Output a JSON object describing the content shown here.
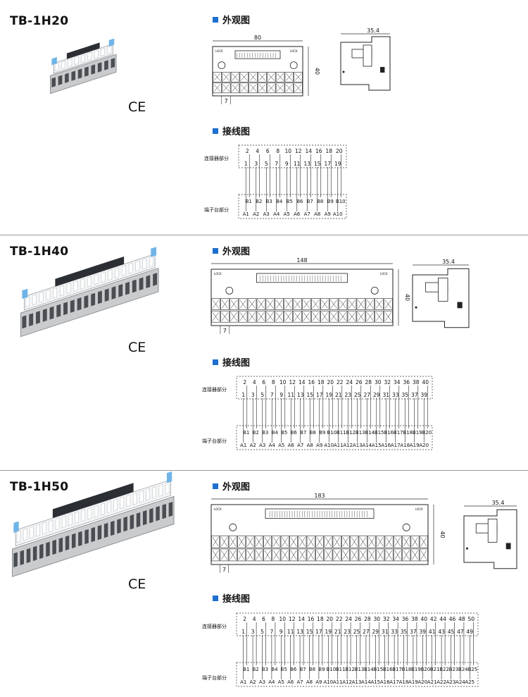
{
  "headings": {
    "appearance": "外观图",
    "wiring": "接线图"
  },
  "labels": {
    "connector": "连接器部分",
    "terminal": "端子台部分"
  },
  "ce_mark": "CE",
  "products": [
    {
      "model": "TB-1H20",
      "width_dim": "80",
      "depth_dim": "35.4",
      "height_dim": "40",
      "pitch_dim": "7",
      "pins": 20,
      "slots": 10
    },
    {
      "model": "TB-1H40",
      "width_dim": "148",
      "depth_dim": "35.4",
      "height_dim": "40",
      "pitch_dim": "7",
      "pins": 40,
      "slots": 20
    },
    {
      "model": "TB-1H50",
      "width_dim": "183",
      "depth_dim": "35.4",
      "height_dim": "40",
      "pitch_dim": "7",
      "pins": 50,
      "slots": 25
    }
  ],
  "lock_label": "LOCK"
}
